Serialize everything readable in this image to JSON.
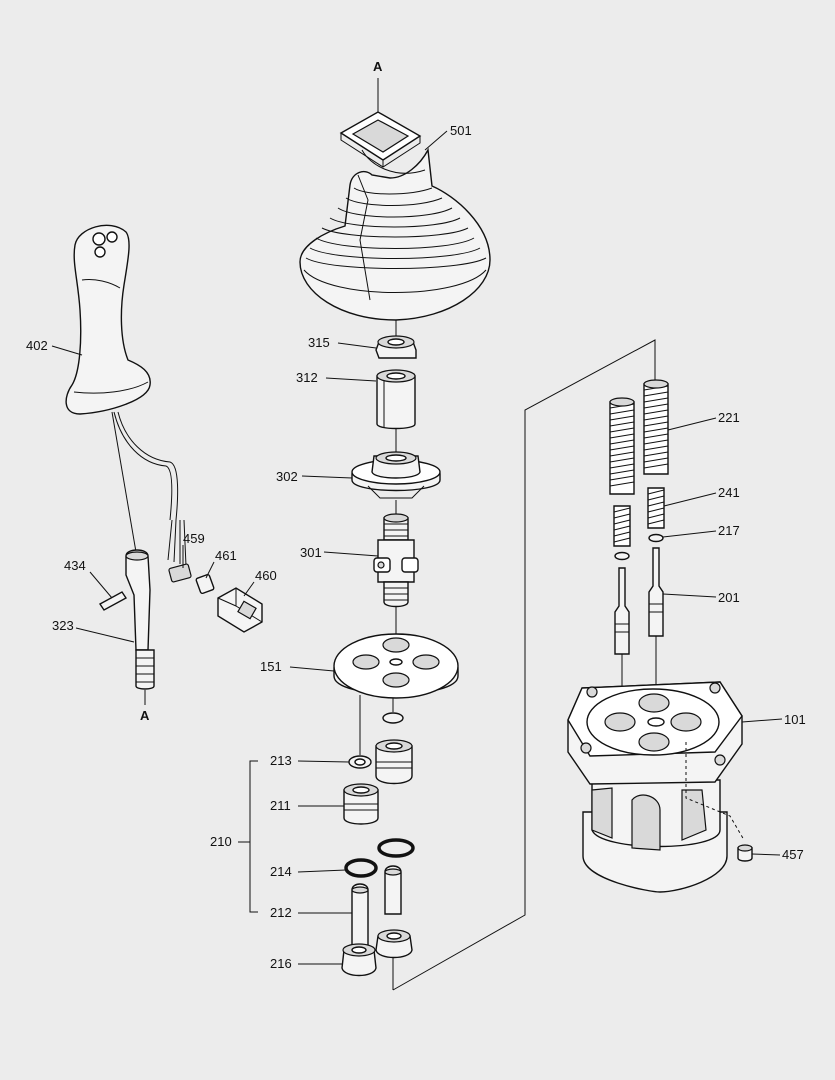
{
  "diagram": {
    "section_marks": {
      "top": "A",
      "bottom": "A"
    },
    "labels": {
      "p501": "501",
      "p402": "402",
      "p315": "315",
      "p312": "312",
      "p302": "302",
      "p301": "301",
      "p459": "459",
      "p461": "461",
      "p460": "460",
      "p434": "434",
      "p323": "323",
      "p151": "151",
      "p221": "221",
      "p241": "241",
      "p217": "217",
      "p201": "201",
      "p101": "101",
      "p213": "213",
      "p211": "211",
      "p210": "210",
      "p214": "214",
      "p212": "212",
      "p216": "216",
      "p457": "457"
    }
  }
}
